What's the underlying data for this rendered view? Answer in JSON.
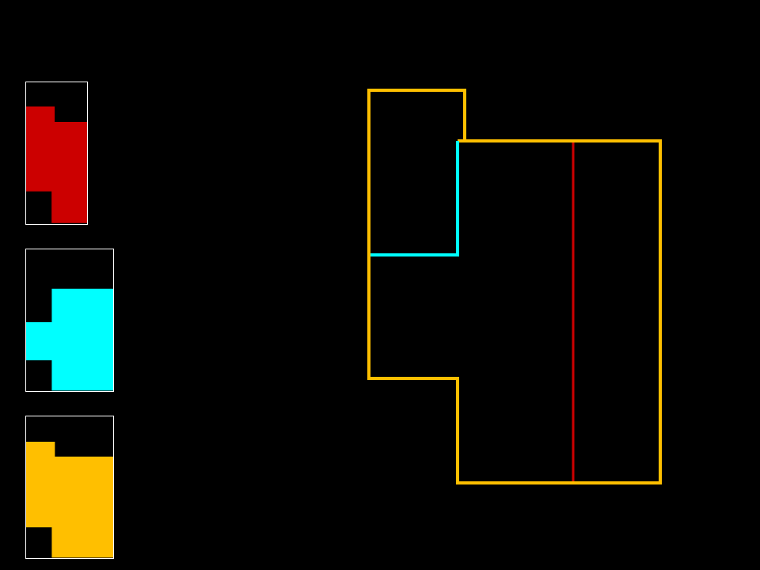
{
  "colors": {
    "background": "#000000",
    "frame": "#ffffff",
    "red": "#cc0000",
    "cyan": "#00ffff",
    "yellow": "#ffbf00"
  },
  "pieces": [
    {
      "id": "red",
      "color_key": "red"
    },
    {
      "id": "cyan",
      "color_key": "cyan"
    },
    {
      "id": "yellow",
      "color_key": "yellow"
    }
  ]
}
